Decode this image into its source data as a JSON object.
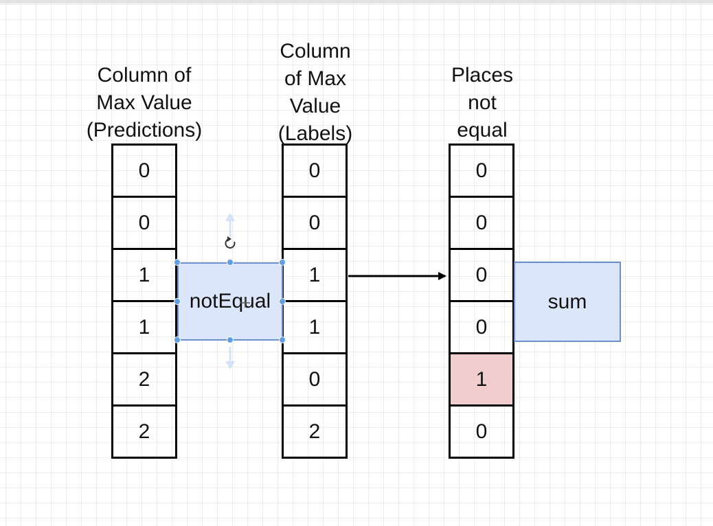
{
  "headers": {
    "predictions": [
      "Column of",
      "Max Value",
      "(Predictions)"
    ],
    "labels": [
      "Column",
      "of Max",
      "Value",
      "(Labels)"
    ],
    "not_equal": [
      "Places",
      "not",
      "equal"
    ]
  },
  "columns": {
    "predictions": [
      "0",
      "0",
      "1",
      "1",
      "2",
      "2"
    ],
    "labels": [
      "0",
      "0",
      "1",
      "1",
      "0",
      "2"
    ],
    "not_equal": [
      "0",
      "0",
      "0",
      "0",
      "1",
      "0"
    ]
  },
  "highlight_row_not_equal": 4,
  "operations": {
    "not_equal_label": "notEqual",
    "sum_label": "sum"
  },
  "colors": {
    "op_fill": "#dce6fa",
    "op_border": "#6d8fd0",
    "highlight_fill": "#f2cdcd",
    "selection_handle": "#5ea0e8"
  }
}
